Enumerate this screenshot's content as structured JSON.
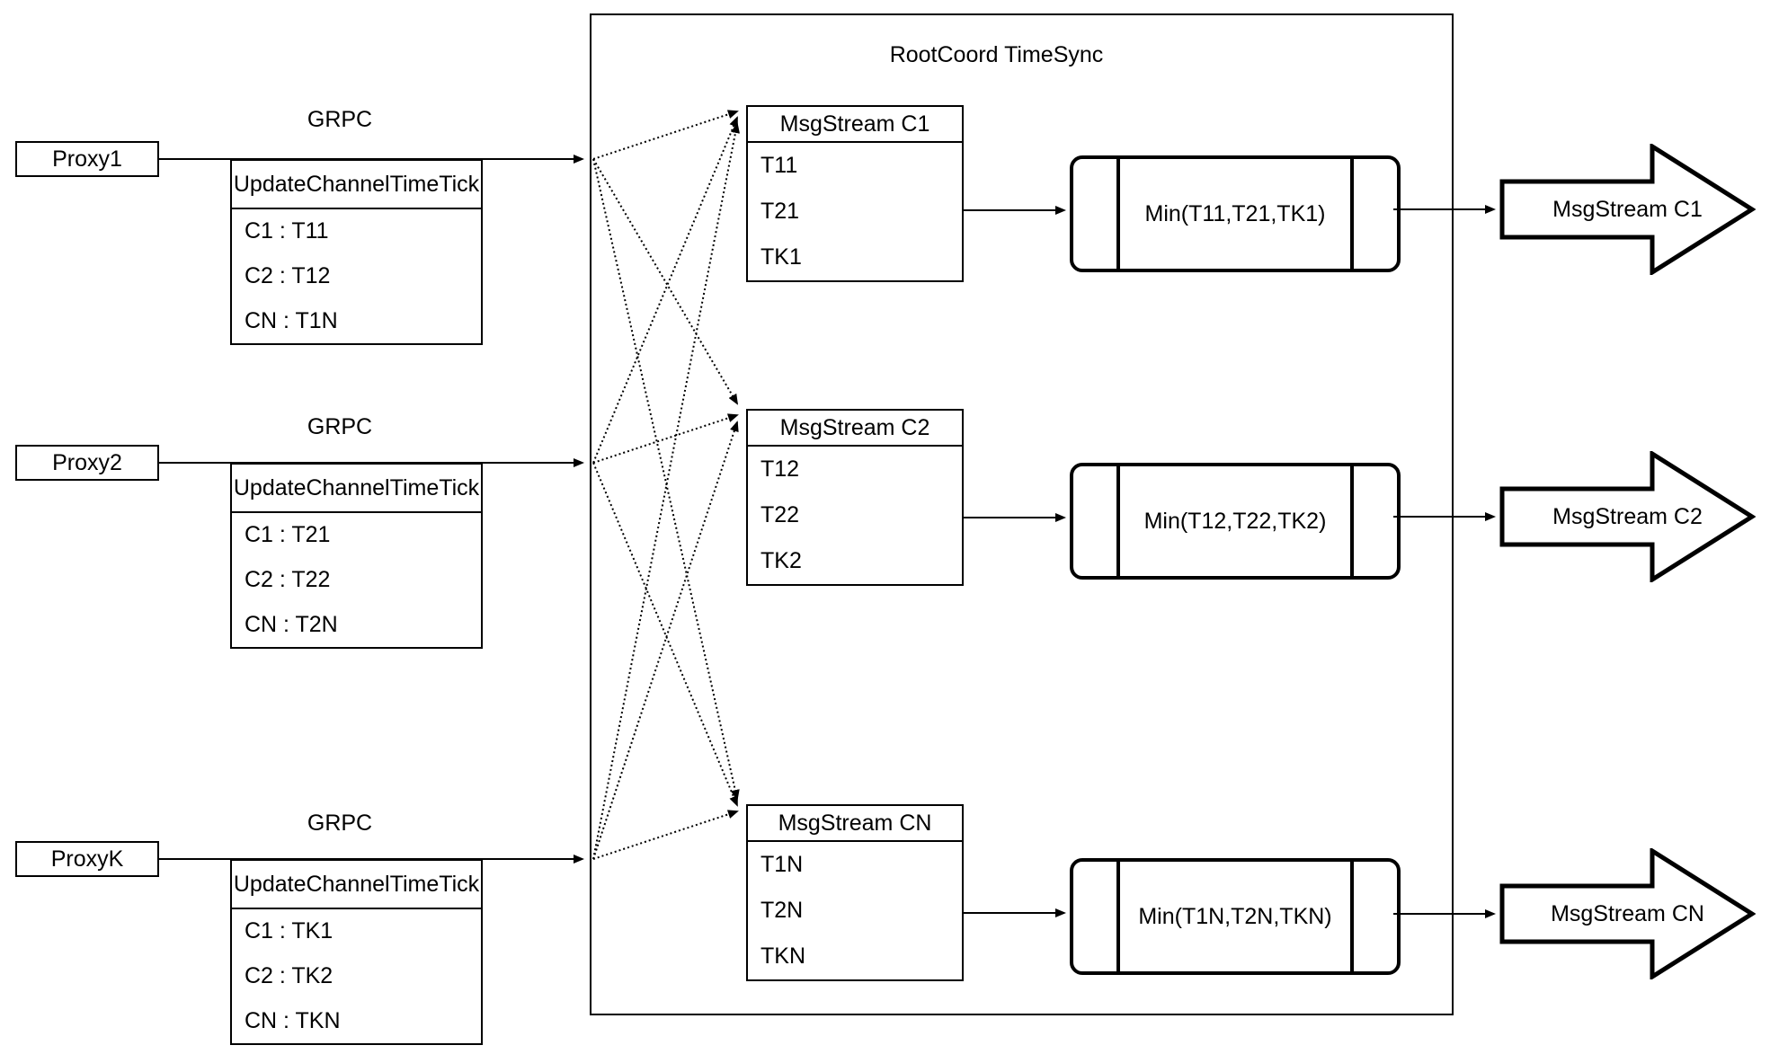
{
  "diagram": {
    "container_title": "RootCoord TimeSync",
    "colors": {
      "stroke": "#000000",
      "background": "#ffffff"
    },
    "proxies": [
      {
        "name": "Proxy1",
        "protocol": "GRPC",
        "table": {
          "header": "UpdateChannelTimeTick",
          "rows": [
            "C1 : T11",
            "C2 : T12",
            "CN : T1N"
          ]
        }
      },
      {
        "name": "Proxy2",
        "protocol": "GRPC",
        "table": {
          "header": "UpdateChannelTimeTick",
          "rows": [
            "C1 : T21",
            "C2 : T22",
            "CN : T2N"
          ]
        }
      },
      {
        "name": "ProxyK",
        "protocol": "GRPC",
        "table": {
          "header": "UpdateChannelTimeTick",
          "rows": [
            "C1 : TK1",
            "C2 : TK2",
            "CN : TKN"
          ]
        }
      }
    ],
    "streams": [
      {
        "header": "MsgStream C1",
        "rows": [
          "T11",
          "T21",
          "TK1"
        ],
        "min_label": "Min(T11,T21,TK1)",
        "output_label": "MsgStream C1"
      },
      {
        "header": "MsgStream C2",
        "rows": [
          "T12",
          "T22",
          "TK2"
        ],
        "min_label": "Min(T12,T22,TK2)",
        "output_label": "MsgStream C2"
      },
      {
        "header": "MsgStream CN",
        "rows": [
          "T1N",
          "T2N",
          "TKN"
        ],
        "min_label": "Min(T1N,T2N,TKN)",
        "output_label": "MsgStream CN"
      }
    ]
  }
}
